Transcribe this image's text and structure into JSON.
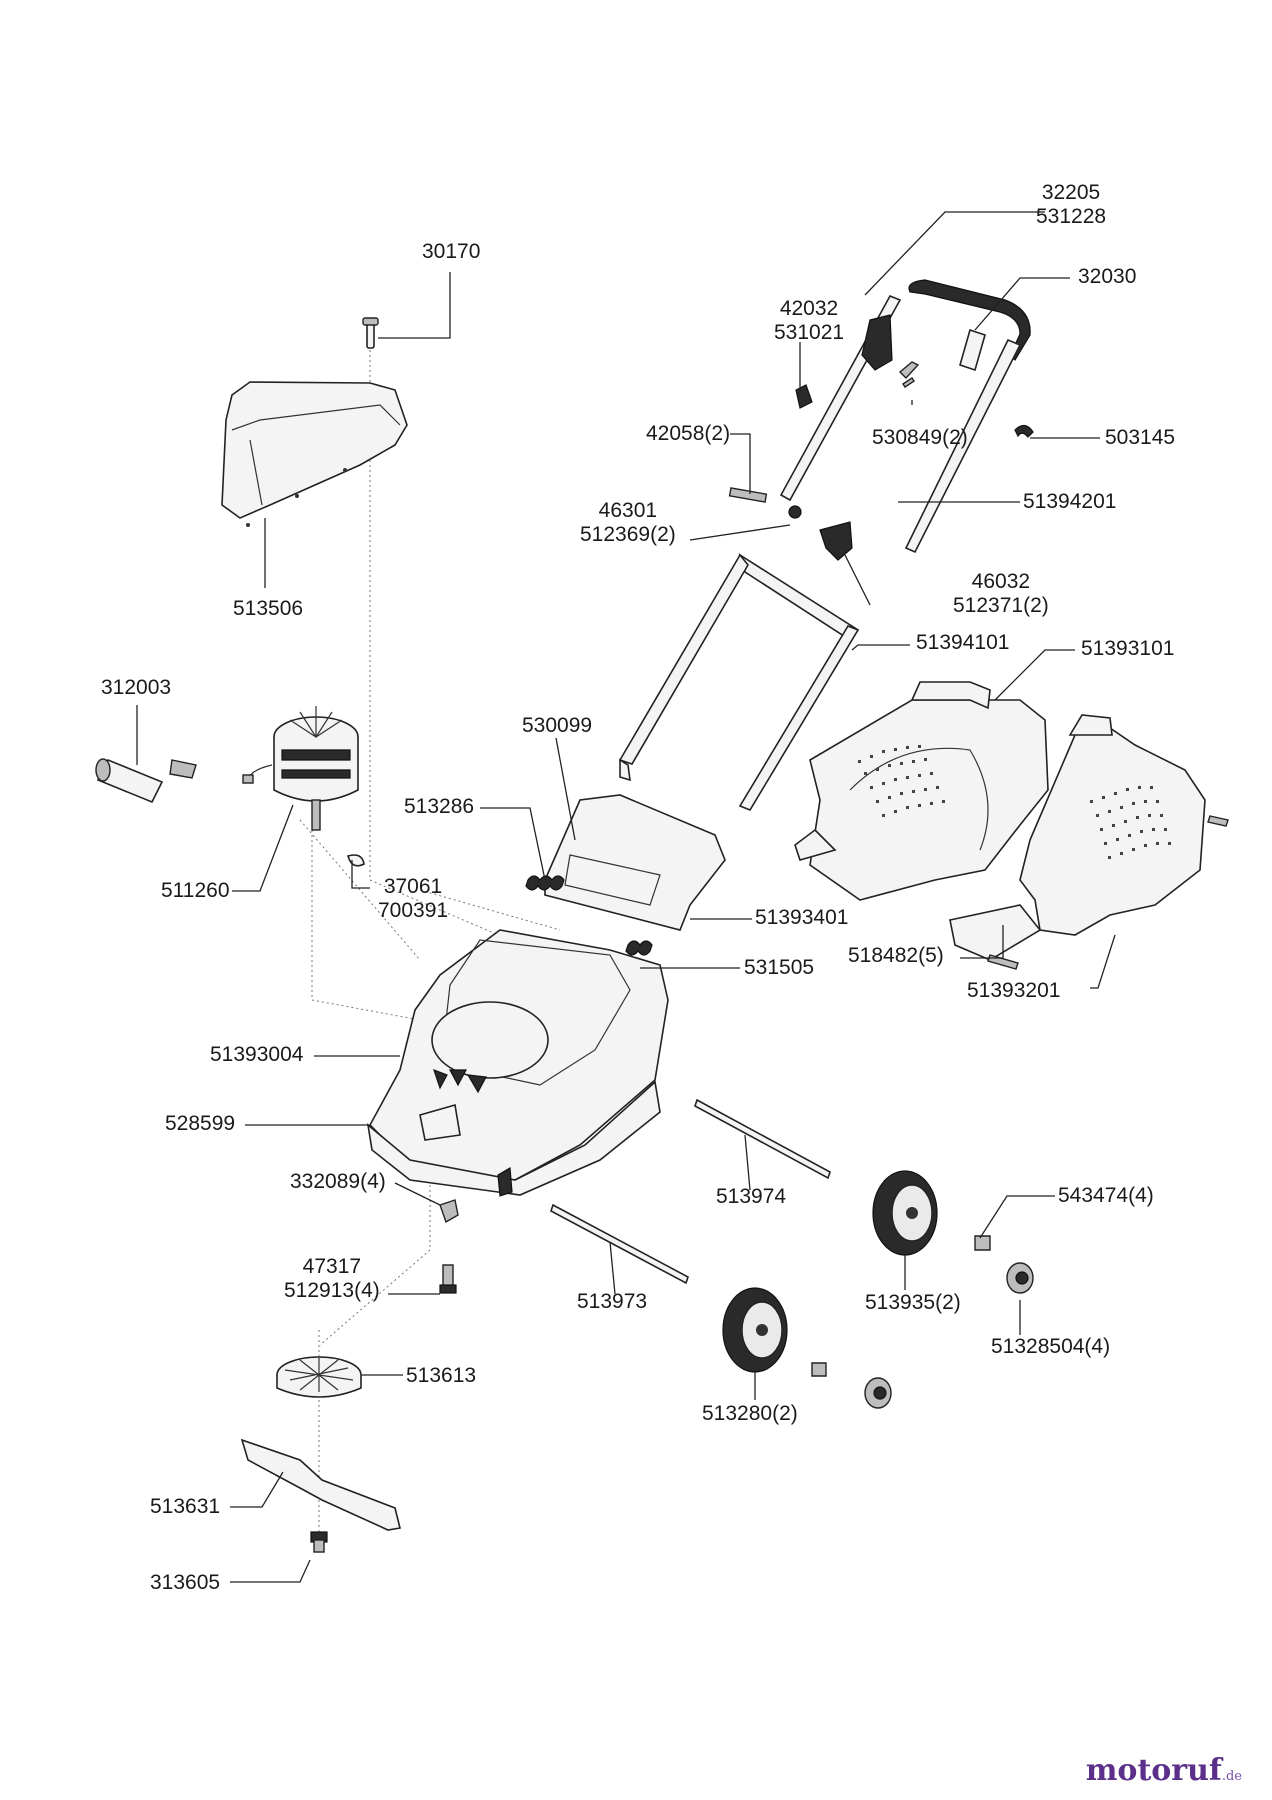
{
  "parts": {
    "p30170": "30170",
    "p32205": "32205",
    "p531228": "531228",
    "p32030": "32030",
    "p42032": "42032",
    "p531021": "531021",
    "p530849": "530849(2)",
    "p503145": "503145",
    "p42058": "42058(2)",
    "p46301": "46301",
    "p512369": "512369(2)",
    "p51394201": "51394201",
    "p46032": "46032",
    "p512371": "512371(2)",
    "p513506": "513506",
    "p51394101": "51394101",
    "p51393101": "51393101",
    "p312003": "312003",
    "p530099": "530099",
    "p513286": "513286",
    "p511260": "511260",
    "p37061": "37061",
    "p700391": "700391",
    "p51393401": "51393401",
    "p518482": "518482(5)",
    "p531505": "531505",
    "p51393201": "51393201",
    "p51393004": "51393004",
    "p528599": "528599",
    "p332089": "332089(4)",
    "p513974": "513974",
    "p543474": "543474(4)",
    "p47317": "47317",
    "p512913": "512913(4)",
    "p513973": "513973",
    "p513935": "513935(2)",
    "p51328504": "51328504(4)",
    "p513613": "513613",
    "p513280": "513280(2)",
    "p513631": "513631",
    "p313605": "313605"
  },
  "brand": {
    "name": "motoruf",
    "domain": ".de"
  }
}
